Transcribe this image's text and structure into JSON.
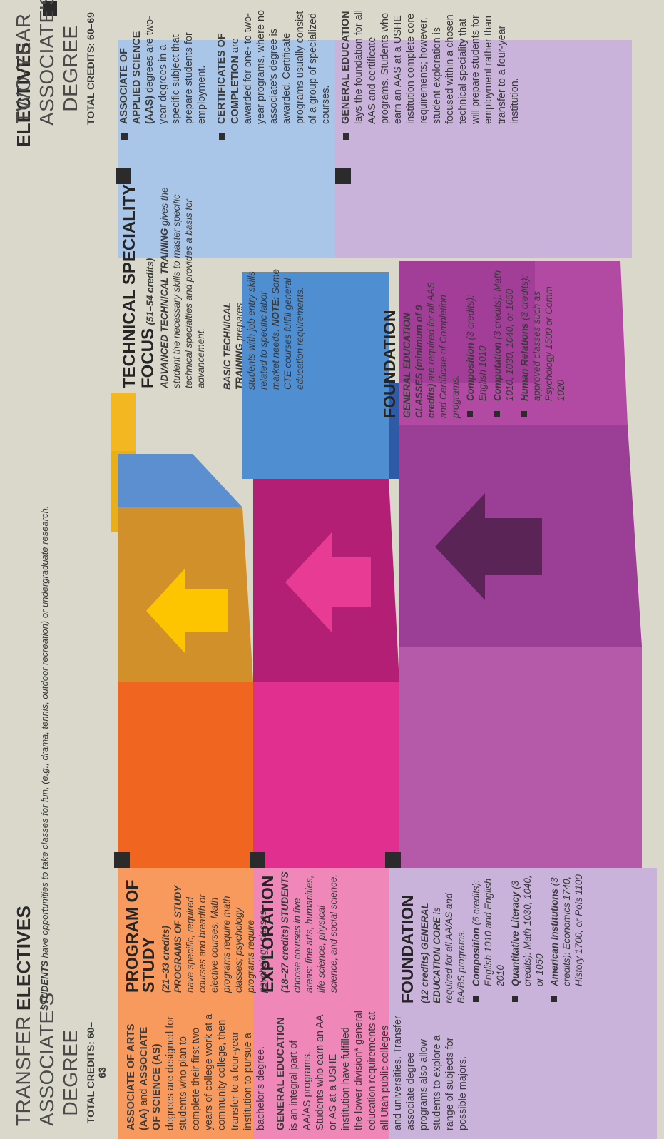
{
  "transfer": {
    "title_1": "TRANSFER",
    "title_2": "ASSOCIATE'S",
    "title_3": "DEGREE",
    "total": "TOTAL CREDITS: 60–63",
    "p1_bold_a": "ASSOCIATE OF ARTS (AA)",
    "p1_and": " and ",
    "p1_bold_b": "ASSOCIATE OF SCIENCE (AS)",
    "p1_text": " degrees are designed for students who plan to complete their first two years of college work at a community college, then transfer to a four-year institution to pursue a bachelor's degree.",
    "p2_bold": "GENERAL EDUCATION",
    "p2_text": " is an integral part of AA/AS programs. Students who earn an AA or AS at a USHE institution have fulfilled the lower division* general education requirements at all Utah public colleges and universities. Transfer associate degree programs also allow students to explore a range of subjects for possible majors."
  },
  "two_year": {
    "title_1": "TWO-YEAR",
    "title_2": "ASSOCIATE'S",
    "title_3": "DEGREE",
    "total": "TOTAL CREDITS: 60–69",
    "b1_bold": "ASSOCIATE OF APPLIED SCIENCE (AAS)",
    "b1_text": " degrees are two-year degrees in a specific subject that prepare students for employment.",
    "b2_bold": "CERTIFICATES OF COMPLETION",
    "b2_text": " are awarded for one- to two-year programs, where no associate's degree is awarded. Certificate programs usually consist of a group of specialized courses.",
    "b3_bold": "GENERAL EDUCATION",
    "b3_text": " lays the foundation for all AAS and certificate programs. Students who earn an AAS at a USHE institution complete core requirements; however, student exploration is focused within a chosen technical speciality that will prepare students for employment rather than transfer to a four-year institution."
  },
  "electives": {
    "left_title": "ELECTIVES",
    "right_title": "ELECTIVES",
    "text_bold": "STUDENTS",
    "text": " have opportunities to take classes for fun, (e.g., drama, tennis, outdoor recreation) or undergraduate research."
  },
  "program": {
    "title": "PROGRAM OF STUDY",
    "credits": "(21–33 credits)",
    "lead": "PROGRAMS OF STUDY",
    "text": " have specific, required courses and breadth or elective courses. Math programs require math classes; psychology programs require psychology classes."
  },
  "exploration": {
    "title": "EXPLORATION",
    "credits": "(18–27 credits)",
    "lead": "STUDENTS",
    "text": " choose courses in five areas: fine arts, humanities, life science, physical science, and social science."
  },
  "foundation_left": {
    "title": "FOUNDATION",
    "credits": "(12 credits)",
    "lead": "GENERAL EDUCATION CORE",
    "text": " is required for all AA/AS and BA/BS programs.",
    "items": [
      {
        "name": "Composition",
        "detail": " (6 credits): English 1010 and English 2010"
      },
      {
        "name": "Quantitative Literacy",
        "detail": " (3 credits): Math 1030, 1040, or 1050"
      },
      {
        "name": "American Institutions",
        "detail": " (3 credits): Economics 1740, History 1700, or Pols 1100"
      }
    ]
  },
  "technical": {
    "title_1": "TECHNICAL SPECIALITY",
    "title_2": "FOCUS",
    "credits": "(51–54 credits)",
    "lead": "ADVANCED TECHNICAL TRAINING",
    "text": " gives the student the necessary skills to master specific technical specialties and provides a basis for advancement.",
    "basic_lead": "BASIC TECHNICAL TRAINING",
    "basic_text": " prepares students with job entry skills related to specific labor market needs.",
    "note_lead": "NOTE:",
    "note_text": " Some CTE courses fulfill general education requirements."
  },
  "foundation_right": {
    "title": "FOUNDATION",
    "lead": "GENERAL EDUCATION CLASSES",
    "credits": "(minimum of 9 credits)",
    "text": " are required for all AAS and Certificate of Completion programs.",
    "items": [
      {
        "name": "Composition",
        "detail": " (3 credits): English 1010"
      },
      {
        "name": "Computation",
        "detail": " (3 credits): Math 1010, 1030, 1040, or 1050"
      },
      {
        "name": "Human Relations",
        "detail": " (3 credits): approved classes such as Psychology 1500 or Comm 1020"
      }
    ]
  },
  "colors": {
    "orange_yellow": "#f6c000",
    "orange_program": "#f89a5e",
    "pink_exploration": "#ef87b9",
    "lavender_foundation": "#c9b3db",
    "blue_technical": "#a9c5e8",
    "magenta": "#e02f8f",
    "purple": "#9a3e96"
  }
}
